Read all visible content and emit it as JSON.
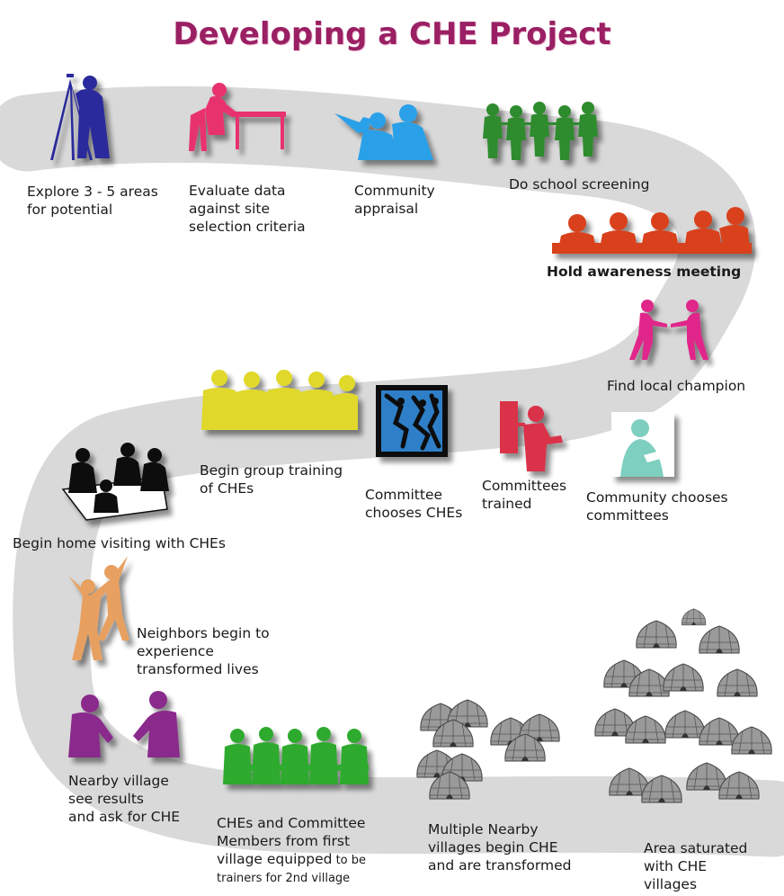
{
  "title": "Developing a CHE Project",
  "steps": [
    {
      "id": "explore",
      "lines": [
        "Explore 3 - 5 areas",
        "for potential"
      ],
      "color": "#2a2a9c",
      "icon": "surveyor-icon"
    },
    {
      "id": "evaluate",
      "lines": [
        "Evaluate data",
        "against site",
        "selection criteria"
      ],
      "color": "#e8306e",
      "icon": "person-at-desk-icon"
    },
    {
      "id": "appraisal",
      "lines": [
        "Community",
        "appraisal"
      ],
      "color": "#2aa0e8",
      "icon": "people-pointing-icon"
    },
    {
      "id": "screening",
      "lines": [
        "Do school screening"
      ],
      "color": "#2e8b2e",
      "icon": "children-group-icon"
    },
    {
      "id": "awareness",
      "lines": [
        "Hold awareness meeting"
      ],
      "color": "#d9401a",
      "icon": "audience-icon"
    },
    {
      "id": "champion",
      "lines": [
        "Find local champion"
      ],
      "color": "#e0288a",
      "icon": "handshake-icon"
    },
    {
      "id": "chooses-committees",
      "lines": [
        "Community chooses",
        "committees"
      ],
      "color": "#7ecfc0",
      "icon": "person-hand-on-chest-icon"
    },
    {
      "id": "committees-trained",
      "lines": [
        "Committees",
        "trained"
      ],
      "color": "#d9304a",
      "icon": "trainer-at-board-icon"
    },
    {
      "id": "chooses-ches",
      "lines": [
        "Committee",
        "chooses CHEs"
      ],
      "color": "#2e7fc8",
      "icon": "dancing-figures-icon"
    },
    {
      "id": "group-training",
      "lines": [
        "Begin group training",
        "of CHEs"
      ],
      "color": "#e0d82a",
      "icon": "seated-group-icon"
    },
    {
      "id": "home-visiting",
      "lines": [
        "Begin home visiting with CHEs"
      ],
      "color": "#111111",
      "icon": "home-visit-icon"
    },
    {
      "id": "neighbors",
      "lines": [
        "Neighbors begin to",
        "experience",
        "transformed lives"
      ],
      "color": "#e8a060",
      "icon": "dancing-people-icon"
    },
    {
      "id": "nearby-village",
      "lines": [
        "Nearby village",
        "see results",
        "and ask for CHE"
      ],
      "color": "#8a2a8c",
      "icon": "two-people-talking-icon"
    },
    {
      "id": "trainers",
      "lines": [
        "CHEs and Committee",
        "Members from first",
        "village equipped",
        "trainers for 2nd village"
      ],
      "small": " to be",
      "color": "#2eaa2e",
      "icon": "seated-group-icon"
    },
    {
      "id": "multiple",
      "lines": [
        "Multiple Nearby",
        "villages begin CHE",
        "and are transformed"
      ],
      "color": "#8a8a8a",
      "icon": "huts-icon"
    },
    {
      "id": "saturated",
      "lines": [
        "Area saturated",
        "with CHE",
        "villages"
      ],
      "color": "#8a8a8a",
      "icon": "huts-icon"
    }
  ]
}
